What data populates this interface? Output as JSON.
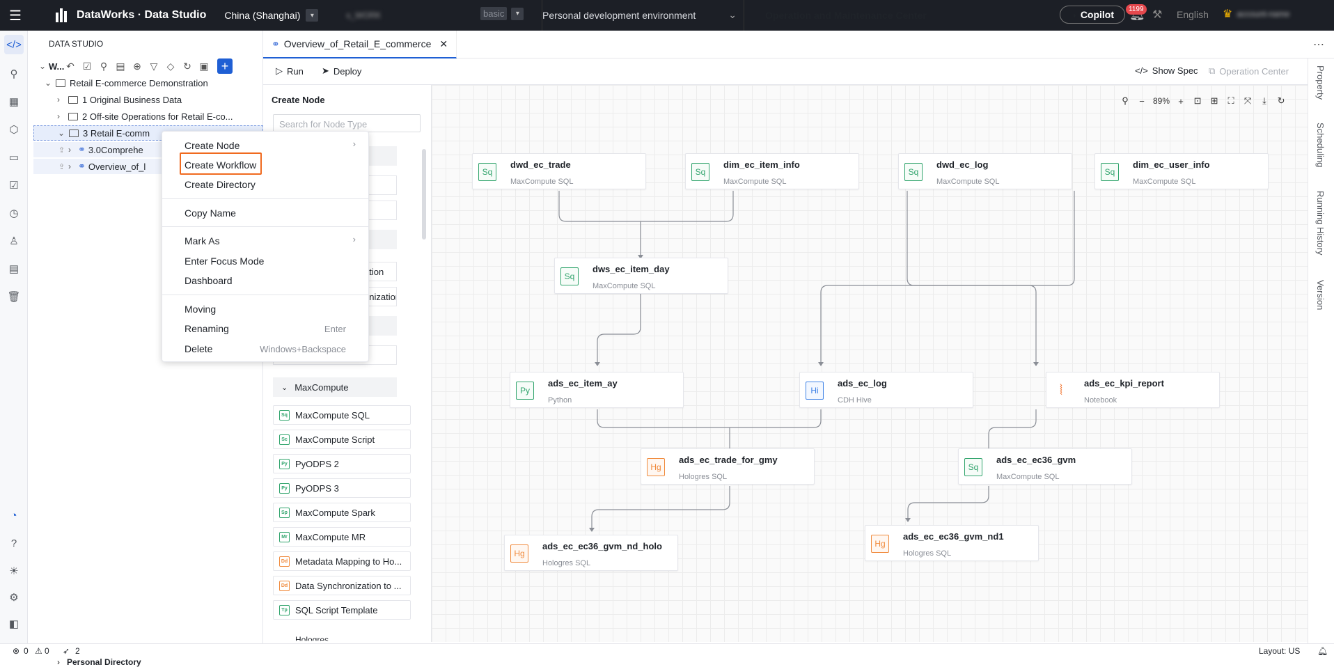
{
  "topbar": {
    "brand": "DataWorks · Data Studio",
    "region": "China (Shanghai)",
    "workspace_blurred": "s_WORK",
    "mode": "basic",
    "environment": "Personal development environment",
    "om_center": "Operation and Maintenance Center",
    "copilot": "Copilot",
    "notifications": "1199",
    "language": "English",
    "user_blurred": "account-name"
  },
  "explorer": {
    "title": "DATA STUDIO",
    "root_label": "W...",
    "tree": [
      {
        "label": "Retail E-commerce Demonstration"
      },
      {
        "label": "1 Original Business Data"
      },
      {
        "label": "2 Off-site Operations for Retail E-co..."
      },
      {
        "label": "3 Retail E-comm"
      },
      {
        "label": "3.0Comprehe"
      },
      {
        "label": "Overview_of_l"
      }
    ],
    "personal_directory": "Personal Directory"
  },
  "context_menu": {
    "items": {
      "create_node": "Create Node",
      "create_workflow": "Create Workflow",
      "create_directory": "Create Directory",
      "copy_name": "Copy Name",
      "mark_as": "Mark As",
      "focus_mode": "Enter Focus Mode",
      "dashboard": "Dashboard",
      "moving": "Moving",
      "renaming": "Renaming",
      "renaming_shortcut": "Enter",
      "delete": "Delete",
      "delete_shortcut": "Windows+Backspace"
    }
  },
  "tabs": [
    {
      "label": "Overview_of_Retail_E_commerce"
    }
  ],
  "toolbar": {
    "run": "Run",
    "deploy": "Deploy",
    "show_spec": "Show Spec",
    "operation_center": "Operation Center"
  },
  "node_panel": {
    "title": "Create Node",
    "search_placeholder": "Search for Node Type",
    "ghost_1": "ation",
    "ghost_2": "onization",
    "section": "MaxCompute",
    "items": [
      {
        "label": "MaxCompute SQL",
        "badge": "Sq"
      },
      {
        "label": "MaxCompute Script",
        "badge": "Sc"
      },
      {
        "label": "PyODPS 2",
        "badge": "Py"
      },
      {
        "label": "PyODPS 3",
        "badge": "Py"
      },
      {
        "label": "MaxCompute Spark",
        "badge": "Sp"
      },
      {
        "label": "MaxCompute MR",
        "badge": "Mr"
      },
      {
        "label": "Metadata Mapping to Ho...",
        "badge": "Dd"
      },
      {
        "label": "Data Synchronization to ...",
        "badge": "Dd"
      },
      {
        "label": "SQL Script Template",
        "badge": "Tp"
      }
    ],
    "next_section": "Hologres"
  },
  "canvas": {
    "zoom": "89%",
    "nodes": [
      {
        "id": "n1",
        "name": "dwd_ec_trade",
        "type": "MaxCompute SQL",
        "icon": "Sq"
      },
      {
        "id": "n2",
        "name": "dim_ec_item_info",
        "type": "MaxCompute SQL",
        "icon": "Sq"
      },
      {
        "id": "n3",
        "name": "dwd_ec_log",
        "type": "MaxCompute SQL",
        "icon": "Sq"
      },
      {
        "id": "n4",
        "name": "dim_ec_user_info",
        "type": "MaxCompute SQL",
        "icon": "Sq"
      },
      {
        "id": "n5",
        "name": "dws_ec_item_day",
        "type": "MaxCompute SQL",
        "icon": "Sq"
      },
      {
        "id": "n6",
        "name": "ads_ec_item_ay",
        "type": "Python",
        "icon": "Py"
      },
      {
        "id": "n7",
        "name": "ads_ec_log",
        "type": "CDH Hive",
        "icon": "Hi"
      },
      {
        "id": "n8",
        "name": "ads_ec_kpi_report",
        "type": "Notebook",
        "icon": "notebook-icon"
      },
      {
        "id": "n9",
        "name": "ads_ec_trade_for_gmy",
        "type": "Hologres SQL",
        "icon": "Hg"
      },
      {
        "id": "n10",
        "name": "ads_ec_ec36_gvm",
        "type": "MaxCompute SQL",
        "icon": "Sq"
      },
      {
        "id": "n11",
        "name": "ads_ec_ec36_gvm_nd_holo",
        "type": "Hologres SQL",
        "icon": "Hg"
      },
      {
        "id": "n12",
        "name": "ads_ec_ec36_gvm_nd1",
        "type": "Hologres SQL",
        "icon": "Hg"
      }
    ]
  },
  "right_rail": [
    "Property",
    "Scheduling",
    "Running History",
    "Version"
  ],
  "statusbar": {
    "errors": "0",
    "warnings": "0",
    "deploys": "2",
    "layout": "Layout: US"
  },
  "colors": {
    "accent": "#1f5fd4",
    "highlight": "#f06a1f",
    "topbar": "#1c1f26"
  }
}
